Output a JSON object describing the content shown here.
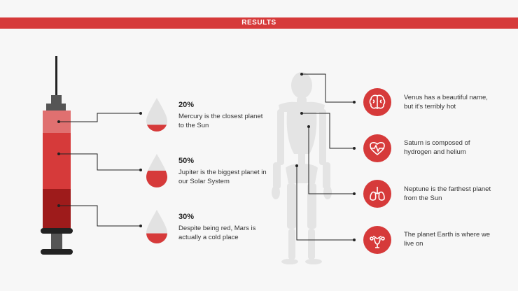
{
  "header": {
    "title": "RESULTS"
  },
  "colors": {
    "accent": "#d63a3a",
    "dark_red": "#9e1b1b",
    "light_red": "#e07070",
    "grey": "#e2e2e2",
    "bg": "#f7f7f7"
  },
  "stats": [
    {
      "percent": "20%",
      "fill": 0.2,
      "description": "Mercury is the closest planet to the Sun"
    },
    {
      "percent": "50%",
      "fill": 0.5,
      "description": "Jupiter is the biggest planet in our Solar System"
    },
    {
      "percent": "30%",
      "fill": 0.3,
      "description": "Despite being red, Mars is actually a cold place"
    }
  ],
  "notes": [
    {
      "icon": "brain-icon",
      "text": "Venus has a beautiful name, but it's terribly hot"
    },
    {
      "icon": "heart-icon",
      "text": "Saturn is composed of hydrogen and helium"
    },
    {
      "icon": "lungs-icon",
      "text": "Neptune is the farthest planet from the Sun"
    },
    {
      "icon": "uterus-icon",
      "text": "The planet Earth is where we live on"
    }
  ]
}
